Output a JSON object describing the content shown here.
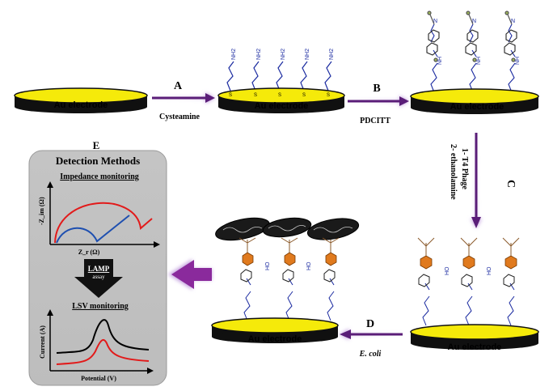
{
  "electrode_label": "Au electrode",
  "steps": {
    "A": {
      "letter": "A",
      "reagent": "Cysteamine"
    },
    "B": {
      "letter": "B",
      "reagent": "PDCITT"
    },
    "C": {
      "letter": "C",
      "reagent_line1": "1- T4 Phage",
      "reagent_line2": "2- ethanolamine"
    },
    "D": {
      "letter": "D",
      "reagent": "E. coli"
    },
    "E": {
      "letter": "E"
    }
  },
  "panel": {
    "title": "Detection Methods",
    "impedance_title": "Impedance monitoring",
    "impedance_ylabel": "-Z_im (Ω)",
    "impedance_xlabel": "Z_r (Ω)",
    "lamp_line1": "LAMP",
    "lamp_line2": "assay",
    "lsv_title": "LSV monitoring",
    "lsv_ylabel": "Current (A)",
    "lsv_xlabel": "Potential (V)"
  },
  "chem_labels": {
    "nh2": "NH2",
    "s": "S",
    "nh": "NH",
    "n": "N",
    "ho": "HO"
  },
  "colors": {
    "electrode_top": "#f5ea0a",
    "electrode_side": "#101010",
    "arrow_glow": "#c6a4e0",
    "arrow_body": "#5a1d78",
    "panel_bg": "#c9c9c9",
    "bacteria": "#1a1a1a",
    "phage_head": "#e07a1e",
    "red_curve": "#e21a1a",
    "blue_curve": "#1e4fb0"
  }
}
